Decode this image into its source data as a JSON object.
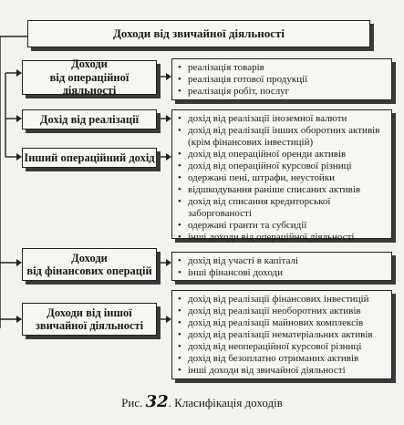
{
  "root": {
    "label": "Доходи від звичайної діяльності"
  },
  "categories": [
    {
      "label_1": "Доходи",
      "label_2": "від операційної діяльності"
    },
    {
      "label_1": "Дохід від реалізації"
    },
    {
      "label_1": "Інший операційний дохід"
    },
    {
      "label_1": "Доходи",
      "label_2": "від фінансових операцій"
    },
    {
      "label_1": "Доходи від іншої",
      "label_2": "звичайної діяльності"
    }
  ],
  "lists": [
    {
      "items": [
        "реалізація товарів",
        "реалізація готової продукції",
        "реалізація робіт, послуг"
      ]
    },
    {
      "items": [
        "дохід від реалізації іноземної валюти",
        "дохід від реалізації інших оборотних активів (крім фінансових інвестицій)",
        "дохід від операційної оренди активів",
        "дохід від операційної курсової різниці",
        "одержані пені, штрафи, неустойки",
        "відшкодування раніше списаних активів",
        "дохід від списання кредиторської заборгованості",
        "одержані гранти та субсидії",
        "інші доходи від операційної діяльності"
      ]
    },
    {
      "items": [
        "дохід від участі в капіталі",
        "інші фінансові доходи"
      ]
    },
    {
      "items": [
        "дохід від реалізації фінансових інвестицій",
        "дохід від реалізації необоротних активів",
        "дохід від реалізації майнових комплексів",
        "дохід від реалізації нематеріальних активів",
        "дохід від неопераційної курсової різниці",
        "дохід від безоплатно отриманих активів",
        "інші доходи від звичайної діяльності"
      ]
    }
  ],
  "caption": {
    "prefix": "Рис. ",
    "mark": "32",
    "text": ". Класифікація доходів"
  }
}
